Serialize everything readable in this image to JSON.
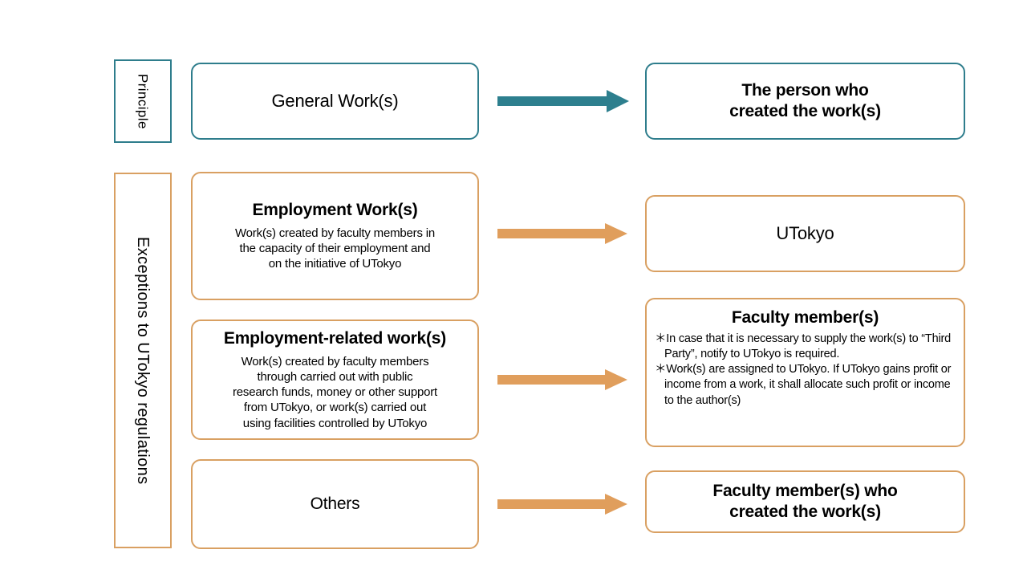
{
  "diagram": {
    "title": "UTokyo copyright ownership of works",
    "colors": {
      "teal": "#2E7D8C",
      "amber": "#D9A062",
      "arrow_teal": "#2D7F8E",
      "arrow_amber": "#E09E5C",
      "background": "#FFFFFF",
      "text": "#000000"
    },
    "rails": [
      {
        "id": "principle",
        "label": "Principle",
        "accent": "teal"
      },
      {
        "id": "exceptions",
        "label": "Exceptions to UTokyo regulations",
        "accent": "amber"
      }
    ],
    "rows": [
      {
        "id": "general-works",
        "accent": "teal",
        "source": {
          "title": "General Work(s)",
          "description": ""
        },
        "arrow": {
          "label": "leads-to",
          "accent": "teal"
        },
        "target": {
          "title": "The person who\ncreated the work(s)",
          "notes": []
        }
      },
      {
        "id": "employment-works",
        "accent": "amber",
        "source": {
          "title": "Employment Work(s)",
          "description": "Work(s) created by faculty members in\nthe capacity of their employment and\non the initiative of UTokyo"
        },
        "arrow": {
          "label": "leads-to",
          "accent": "amber"
        },
        "target": {
          "title": "UTokyo",
          "notes": []
        }
      },
      {
        "id": "employment-related-works",
        "accent": "amber",
        "source": {
          "title": "Employment-related work(s)",
          "description": "Work(s) created by faculty members\nthrough carried out with public\nresearch funds, money or other support\nfrom UTokyo, or work(s) carried out\nusing facilities controlled by UTokyo"
        },
        "arrow": {
          "label": "leads-to",
          "accent": "amber"
        },
        "target": {
          "title": "Faculty member(s)",
          "notes": [
            "＊In case that it is necessary to supply the work(s) to “Third Party”, notify to UTokyo is required.",
            "＊Work(s) are assigned to UTokyo. If UTokyo gains profit or income from a work, it shall allocate such profit or income to the author(s)"
          ]
        }
      },
      {
        "id": "others",
        "accent": "amber",
        "source": {
          "title": "Others",
          "description": ""
        },
        "arrow": {
          "label": "leads-to",
          "accent": "amber"
        },
        "target": {
          "title": "Faculty member(s) who\ncreated the work(s)",
          "notes": []
        }
      }
    ]
  }
}
